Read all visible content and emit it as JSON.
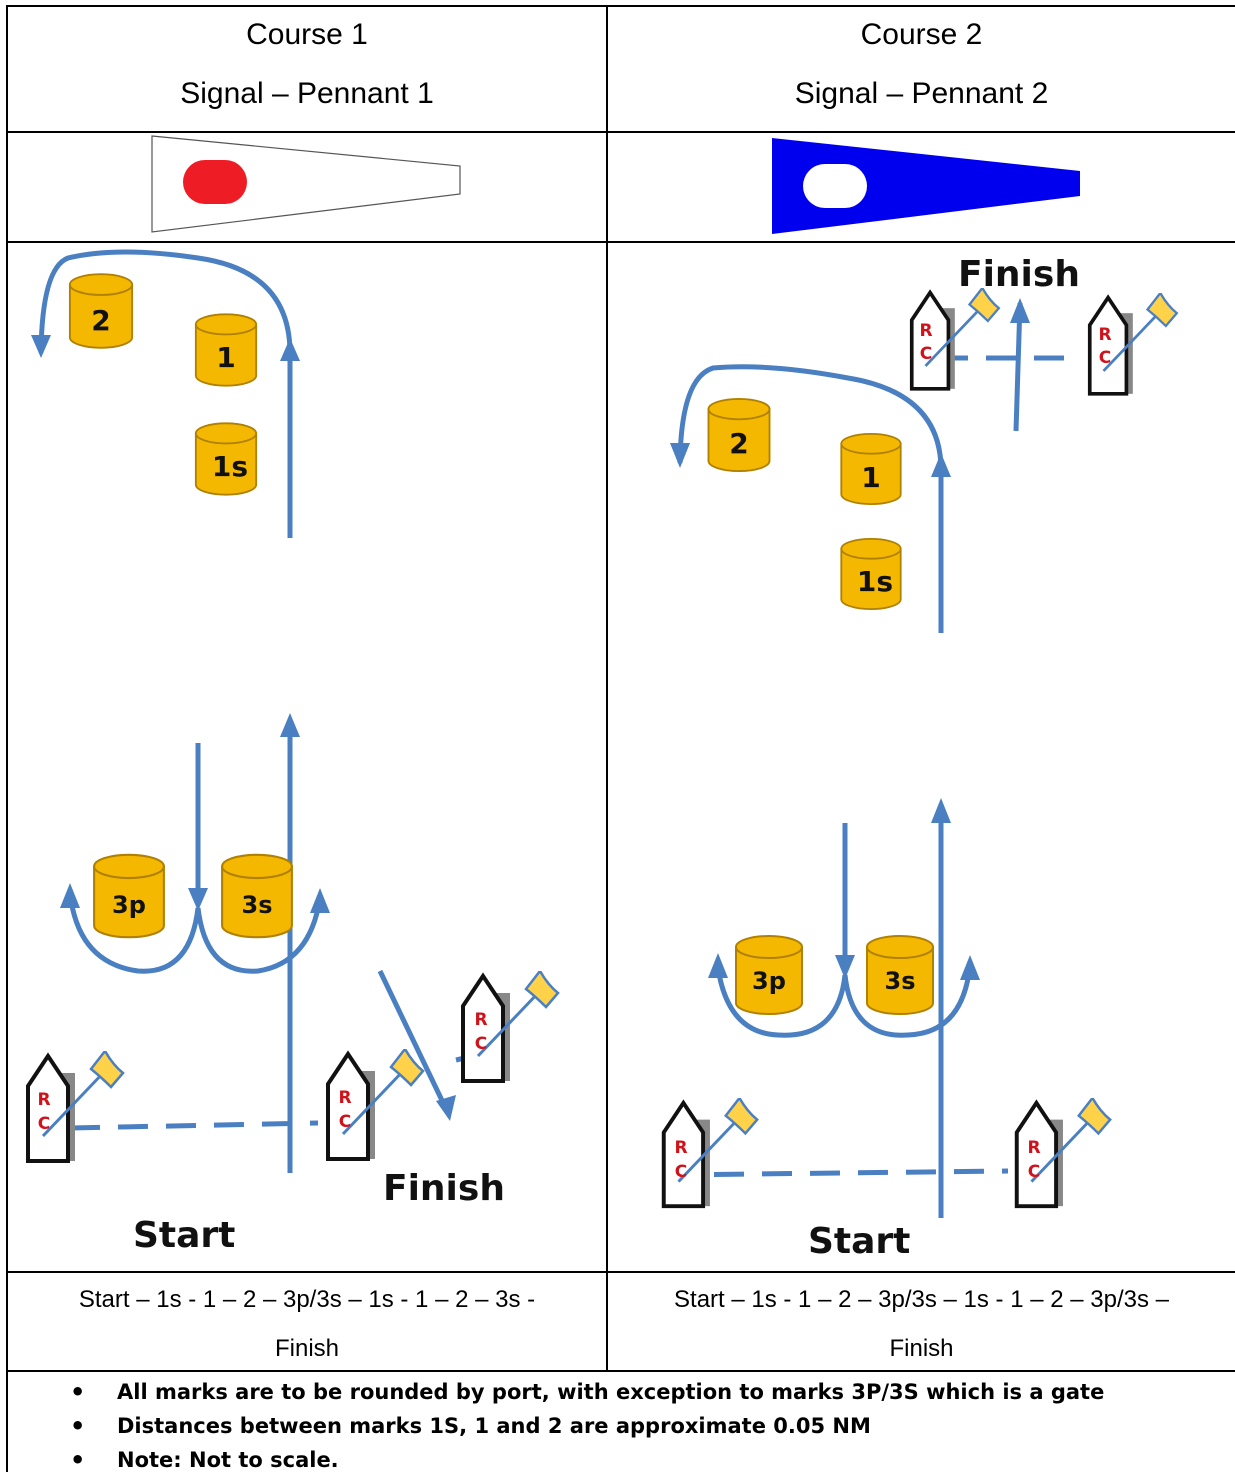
{
  "course1": {
    "title": "Course 1",
    "signal": "Signal – Pennant 1",
    "pennant_color": "#ffffff",
    "pennant_dot_color": "#ee1c24",
    "marks": {
      "m2": "2",
      "m1": "1",
      "m1s": "1s",
      "m3p": "3p",
      "m3s": "3s"
    },
    "start_label": "Start",
    "finish_label": "Finish",
    "rc_r": "R",
    "rc_c": "C",
    "route_line1": "Start – 1s - 1 – 2 – 3p/3s – 1s - 1 – 2 – 3s -",
    "route_line2": "Finish"
  },
  "course2": {
    "title": "Course 2",
    "signal": "Signal – Pennant 2",
    "pennant_color": "#0000ee",
    "pennant_dot_color": "#ffffff",
    "marks": {
      "m2": "2",
      "m1": "1",
      "m1s": "1s",
      "m3p": "3p",
      "m3s": "3s"
    },
    "start_label": "Start",
    "finish_label": "Finish",
    "rc_r": "R",
    "rc_c": "C",
    "route_line1": "Start – 1s - 1 – 2 – 3p/3s – 1s - 1 – 2 – 3p/3s  –",
    "route_line2": "Finish"
  },
  "notes": [
    "All marks are to be rounded by port, with exception to marks 3P/3S which is a gate",
    "Distances between marks 1S, 1 and 2 are approximate 0.05 NM",
    "Note: Not to scale."
  ],
  "colors": {
    "course_line": "#4a7fc1",
    "mark_fill": "#f5b800",
    "mark_stroke": "#b08000"
  }
}
